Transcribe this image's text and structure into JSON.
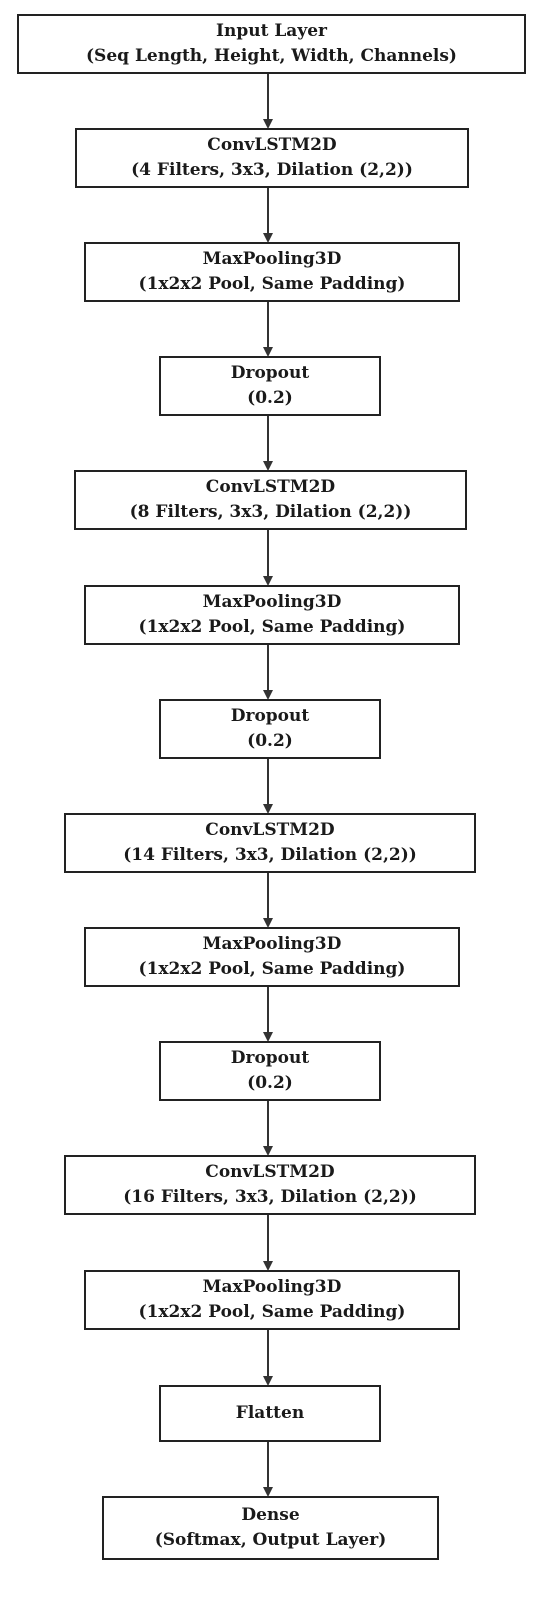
{
  "nodes": [
    {
      "id": "input-layer",
      "line1": "Input Layer",
      "line2": "(Seq Length, Height, Width, Channels)"
    },
    {
      "id": "convlstm2d-1",
      "line1": "ConvLSTM2D",
      "line2": "(4 Filters, 3x3, Dilation (2,2))"
    },
    {
      "id": "maxpooling3d-1",
      "line1": "MaxPooling3D",
      "line2": "(1x2x2 Pool, Same Padding)"
    },
    {
      "id": "dropout-1",
      "line1": "Dropout",
      "line2": "(0.2)"
    },
    {
      "id": "convlstm2d-2",
      "line1": "ConvLSTM2D",
      "line2": "(8 Filters, 3x3, Dilation (2,2))"
    },
    {
      "id": "maxpooling3d-2",
      "line1": "MaxPooling3D",
      "line2": "(1x2x2 Pool, Same Padding)"
    },
    {
      "id": "dropout-2",
      "line1": "Dropout",
      "line2": "(0.2)"
    },
    {
      "id": "convlstm2d-3",
      "line1": "ConvLSTM2D",
      "line2": "(14 Filters, 3x3, Dilation (2,2))"
    },
    {
      "id": "maxpooling3d-3",
      "line1": "MaxPooling3D",
      "line2": "(1x2x2 Pool, Same Padding)"
    },
    {
      "id": "dropout-3",
      "line1": "Dropout",
      "line2": "(0.2)"
    },
    {
      "id": "convlstm2d-4",
      "line1": "ConvLSTM2D",
      "line2": "(16 Filters, 3x3, Dilation (2,2))"
    },
    {
      "id": "maxpooling3d-4",
      "line1": "MaxPooling3D",
      "line2": "(1x2x2 Pool, Same Padding)"
    },
    {
      "id": "flatten",
      "line1": "Flatten",
      "line2": ""
    },
    {
      "id": "dense",
      "line1": "Dense",
      "line2": "(Softmax, Output Layer)"
    }
  ],
  "colors": {
    "border": "#222222",
    "text": "#1a1a1a",
    "arrow": "#333333",
    "background": "#ffffff"
  }
}
